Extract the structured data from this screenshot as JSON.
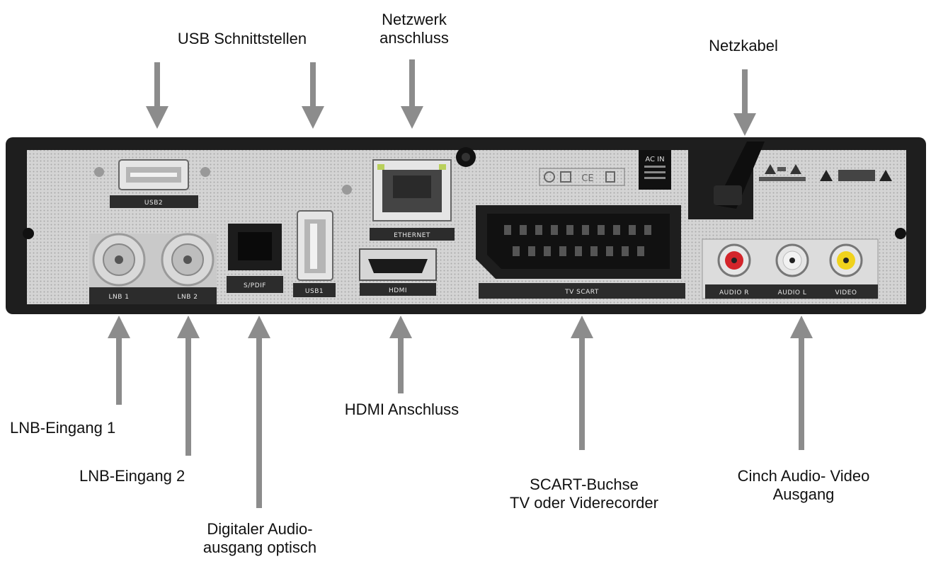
{
  "callouts": {
    "usb": "USB Schnittstellen",
    "network_1": "Netzwerk",
    "network_2": "anschluss",
    "power": "Netzkabel",
    "lnb1": "LNB-Eingang 1",
    "lnb2": "LNB-Eingang 2",
    "optical_1": "Digitaler Audio-",
    "optical_2": "ausgang optisch",
    "hdmi": "HDMI Anschluss",
    "scart_1": "SCART-Buchse",
    "scart_2": "TV oder Viderecorder",
    "cinch_1": "Cinch Audio- Video",
    "cinch_2": "Ausgang"
  },
  "panel_labels": {
    "usb2": "USB2",
    "ethernet": "ETHERNET",
    "lnb1": "LNB 1",
    "lnb2": "LNB 2",
    "spdif": "S/PDIF",
    "usb1": "USB1",
    "hdmi": "HDMI",
    "tv_scart": "TV SCART",
    "audio_r": "AUDIO R",
    "audio_l": "AUDIO L",
    "video": "VIDEO",
    "ac_in": "AC IN"
  },
  "colors": {
    "arrow": "#8c8c8c",
    "panel": "#cfcfcf",
    "frame": "#2a2a2a",
    "audio_r": "#d3242a",
    "audio_l": "#f2f2f2",
    "video": "#f0d21c"
  }
}
